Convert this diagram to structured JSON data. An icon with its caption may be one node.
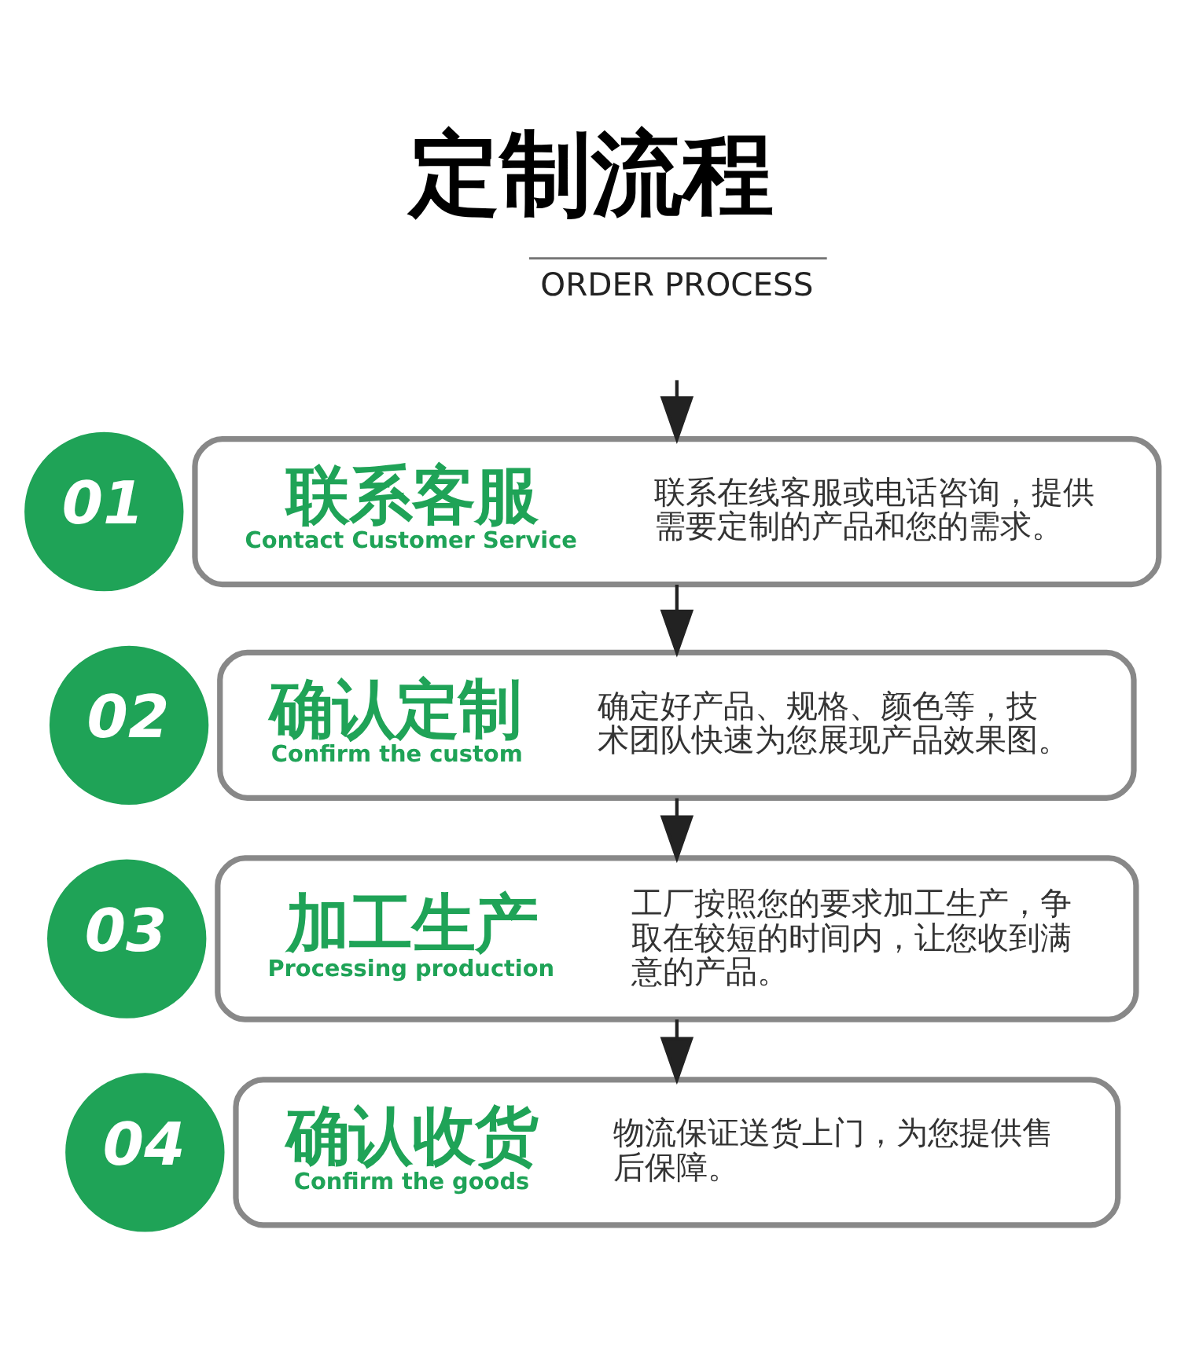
{
  "diagram": {
    "title": "定制流程",
    "nodes": [
      {
        "text": [
          "01"
        ]
      },
      {
        "text": [
          "联系客服",
          "Contact Customer Service",
          "联系在线客服或电话咨询，提供需要定制的产品和您的需求。"
        ]
      },
      {
        "text": [
          "02"
        ]
      },
      {
        "text": [
          "确认定制",
          "Confirm the custom",
          "确定好产品、规格、颜色等，技术团队快速为您展现产品效果图。"
        ]
      },
      {
        "text": [
          "03"
        ]
      },
      {
        "text": [
          "加工生产",
          "Processing production",
          "工厂按照您的要求加工生产，争取在较短的时间内，让您收到满意的产品。"
        ]
      },
      {
        "text": [
          "04"
        ]
      },
      {
        "text": [
          "确认收货",
          "Confirm the goods",
          "物流保证送货上门，为您提供售后保障。"
        ]
      }
    ],
    "edges": [
      {
        "from": null,
        "to": 1,
        "arrow": "to"
      },
      {
        "from": 1,
        "to": 3,
        "arrow": "to"
      },
      {
        "from": 3,
        "to": 5,
        "arrow": "to"
      },
      {
        "from": 5,
        "to": 7,
        "arrow": "to"
      }
    ],
    "labels": [
      "ORDER PROCESS"
    ]
  }
}
